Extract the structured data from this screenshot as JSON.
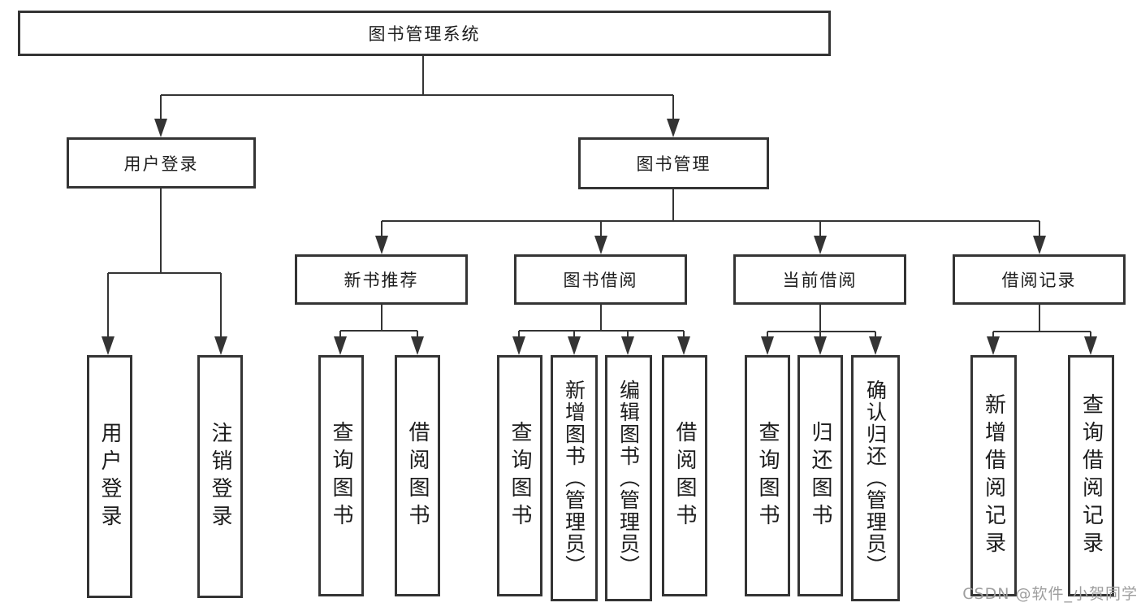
{
  "tree": {
    "root": {
      "label": "图书管理系统"
    },
    "children": [
      {
        "label": "用户登录",
        "children": [
          {
            "label": "用户登录"
          },
          {
            "label": "注销登录"
          }
        ]
      },
      {
        "label": "图书管理",
        "children": [
          {
            "label": "新书推荐",
            "children": [
              {
                "label": "查询图书"
              },
              {
                "label": "借阅图书"
              }
            ]
          },
          {
            "label": "图书借阅",
            "children": [
              {
                "label": "查询图书"
              },
              {
                "label": "新增图书（管理员）"
              },
              {
                "label": "编辑图书（管理员）"
              },
              {
                "label": "借阅图书"
              }
            ]
          },
          {
            "label": "当前借阅",
            "children": [
              {
                "label": "查询图书"
              },
              {
                "label": "归还图书"
              },
              {
                "label": "确认归还（管理员）"
              }
            ]
          },
          {
            "label": "借阅记录",
            "children": [
              {
                "label": "新增借阅记录"
              },
              {
                "label": "查询借阅记录"
              }
            ]
          }
        ]
      }
    ]
  },
  "watermark": {
    "text": "CSDN @软件_小贺同学"
  },
  "colors": {
    "line": "#343434",
    "text": "#1c1c1c",
    "watermark": "#9e9e9e",
    "background": "#ffffff"
  }
}
